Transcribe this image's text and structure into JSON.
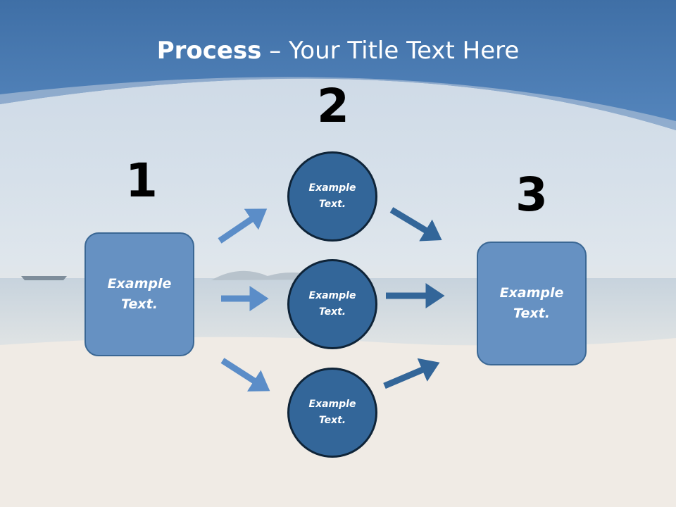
{
  "title": {
    "bold": "Process",
    "rest": " – Your Title Text Here"
  },
  "steps": {
    "one": "1",
    "two": "2",
    "three": "3"
  },
  "left_box": {
    "text": "Example\nText."
  },
  "right_box": {
    "text": "Example\nText."
  },
  "circles": [
    {
      "text": "Example\nText."
    },
    {
      "text": "Example\nText."
    },
    {
      "text": "Example\nText."
    }
  ],
  "colors": {
    "header": "#4d7fb6",
    "box_fill": "#6691c2",
    "circle_fill": "#336699",
    "arrow_light": "#5b8dc8",
    "arrow_dark": "#336699"
  }
}
